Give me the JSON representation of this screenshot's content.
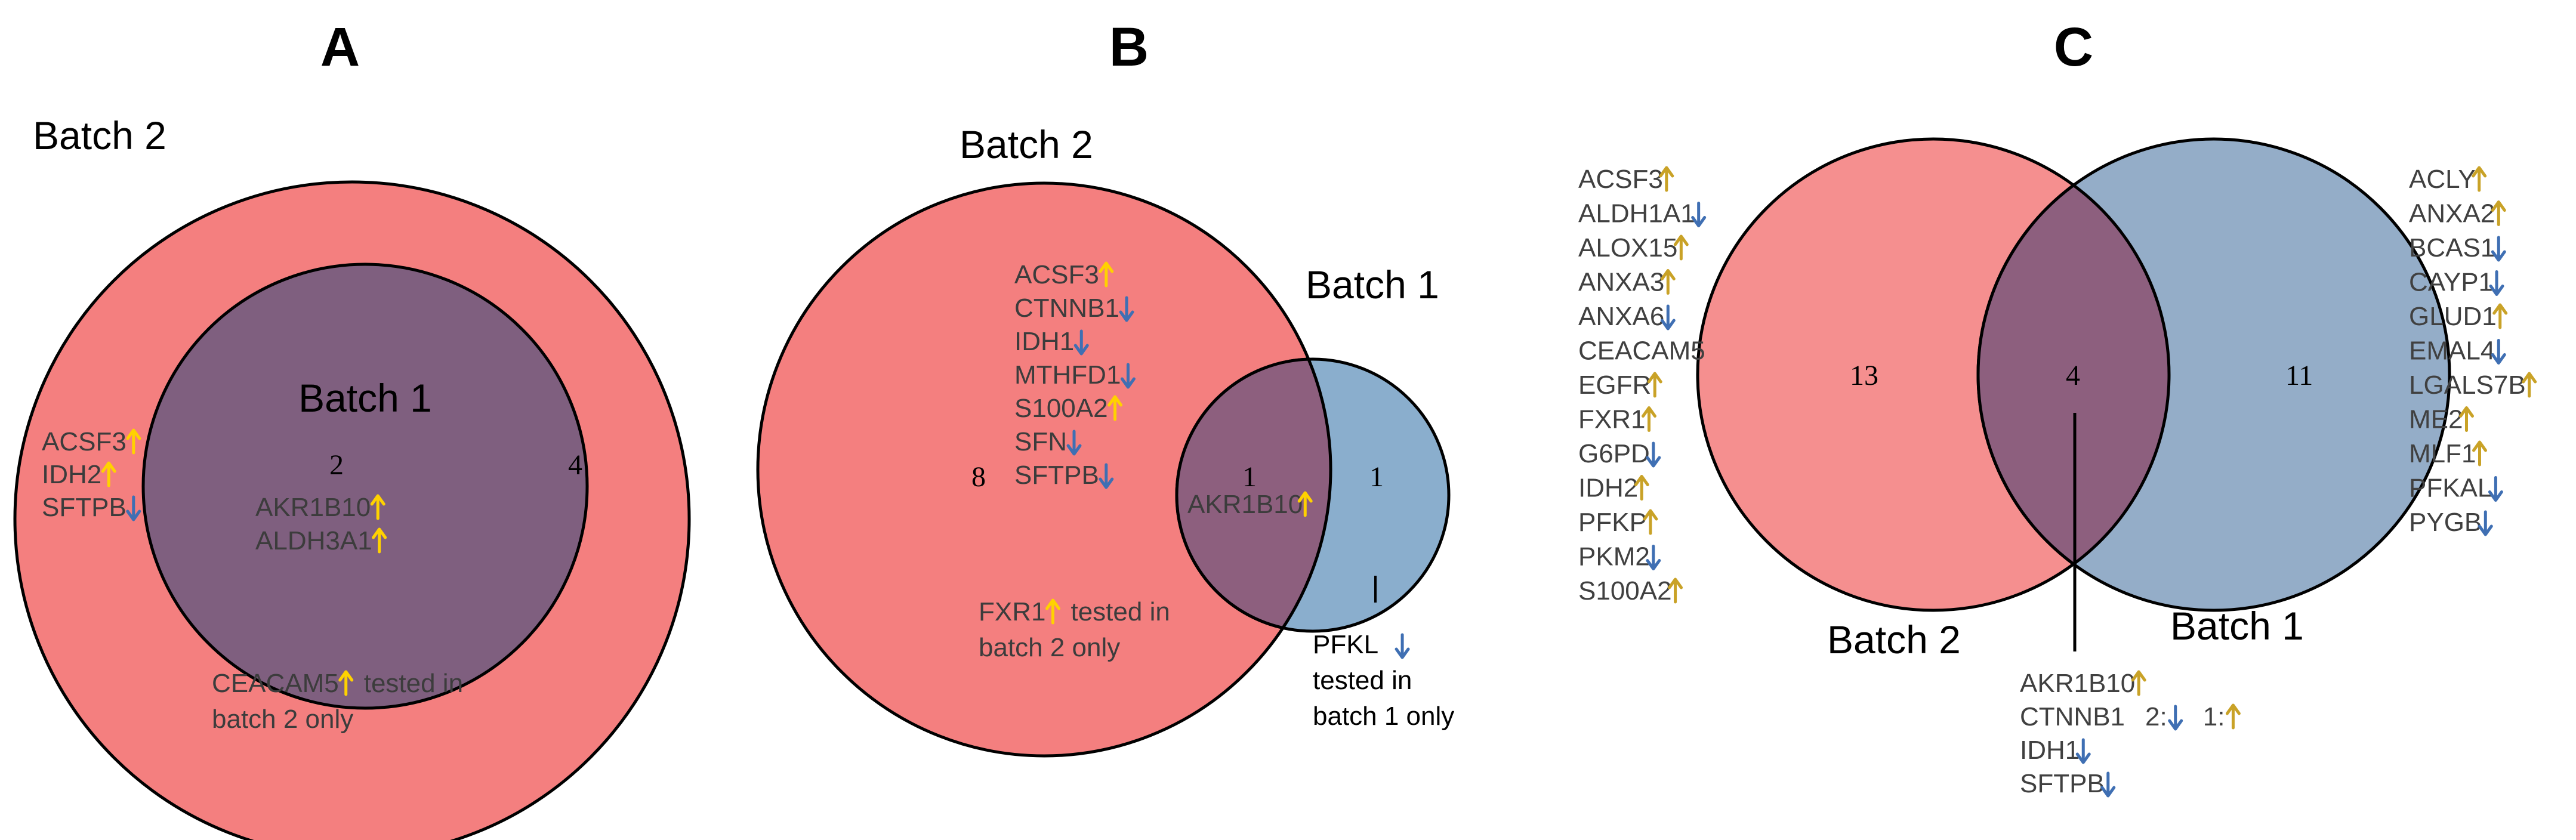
{
  "colors": {
    "batch2_fill": "#f47f7f",
    "batch1_fill": "#8aaecd",
    "overlap_fill_A": "#7f5f7f",
    "overlap_fill": "#8d5f7e",
    "up_arrow": "#ffd200",
    "up_arrow_C": "#c9a227",
    "down_arrow": "#3f6fb3",
    "gene_text_A": "#3c3c3c",
    "gene_text_C": "#404040"
  },
  "panelA": {
    "letter": "A",
    "outer_label": "Batch 2",
    "inner_label": "Batch 1",
    "outer_count": "4",
    "inner_count": "2",
    "outer_genes": [
      {
        "name": "ACSF3",
        "dir": "up"
      },
      {
        "name": "IDH2",
        "dir": "up"
      },
      {
        "name": "SFTPB",
        "dir": "down"
      }
    ],
    "inner_genes": [
      {
        "name": "AKR1B10",
        "dir": "up"
      },
      {
        "name": "ALDH3A1",
        "dir": "up"
      }
    ],
    "note_gene": {
      "name": "CEACAM5",
      "dir": "up"
    },
    "note_line1": "tested in",
    "note_line2": "batch 2 only"
  },
  "panelB": {
    "letter": "B",
    "left_label": "Batch 2",
    "right_label": "Batch 1",
    "left_count": "8",
    "overlap_count": "1",
    "right_count": "1",
    "left_genes": [
      {
        "name": "ACSF3",
        "dir": "up"
      },
      {
        "name": "CTNNB1",
        "dir": "down"
      },
      {
        "name": "IDH1",
        "dir": "down"
      },
      {
        "name": "MTHFD1",
        "dir": "down"
      },
      {
        "name": "S100A2",
        "dir": "up"
      },
      {
        "name": "SFN",
        "dir": "down"
      },
      {
        "name": "SFTPB",
        "dir": "down"
      }
    ],
    "overlap_gene": {
      "name": "AKR1B10",
      "dir": "up"
    },
    "left_note_gene": {
      "name": "FXR1",
      "dir": "up"
    },
    "left_note_line1": "tested in",
    "left_note_line2": "batch 2 only",
    "right_note_gene": {
      "name": "PFKL",
      "dir": "down"
    },
    "right_note_line1": "tested in",
    "right_note_line2": "batch 1 only"
  },
  "panelC": {
    "letter": "C",
    "left_label": "Batch 2",
    "right_label": "Batch 1",
    "left_count": "13",
    "overlap_count": "4",
    "right_count": "11",
    "left_genes": [
      {
        "name": "ACSF3",
        "dir": "up"
      },
      {
        "name": "ALDH1A1",
        "dir": "down"
      },
      {
        "name": "ALOX15",
        "dir": "up"
      },
      {
        "name": "ANXA3",
        "dir": "up"
      },
      {
        "name": "ANXA6",
        "dir": "down"
      },
      {
        "name": "CEACAM5",
        "dir": ""
      },
      {
        "name": "EGFR",
        "dir": "up"
      },
      {
        "name": "FXR1",
        "dir": "up"
      },
      {
        "name": "G6PD",
        "dir": "down"
      },
      {
        "name": "IDH2",
        "dir": "up"
      },
      {
        "name": "PFKP",
        "dir": "up"
      },
      {
        "name": "PKM2",
        "dir": "down"
      },
      {
        "name": "S100A2",
        "dir": "up"
      }
    ],
    "right_genes": [
      {
        "name": "ACLY",
        "dir": "up"
      },
      {
        "name": "ANXA2",
        "dir": "up"
      },
      {
        "name": "BCAS1",
        "dir": "down"
      },
      {
        "name": "CAYP1",
        "dir": "down"
      },
      {
        "name": "GLUD1",
        "dir": "up"
      },
      {
        "name": "EMAL4",
        "dir": "down"
      },
      {
        "name": "LGALS7B",
        "dir": "up"
      },
      {
        "name": "ME2",
        "dir": "up"
      },
      {
        "name": "MLF1",
        "dir": "up"
      },
      {
        "name": "PFKAL",
        "dir": "down"
      },
      {
        "name": "PYGB",
        "dir": "down"
      }
    ],
    "overlap_genes": [
      {
        "name": "AKR1B10",
        "dir": "up"
      },
      {
        "name": "CTNNB1",
        "dir": "",
        "extra": "2:",
        "extra_dir": "down",
        "extra2": "1:",
        "extra2_dir": "up"
      },
      {
        "name": "IDH1",
        "dir": "down"
      },
      {
        "name": "SFTPB",
        "dir": "down"
      }
    ]
  }
}
